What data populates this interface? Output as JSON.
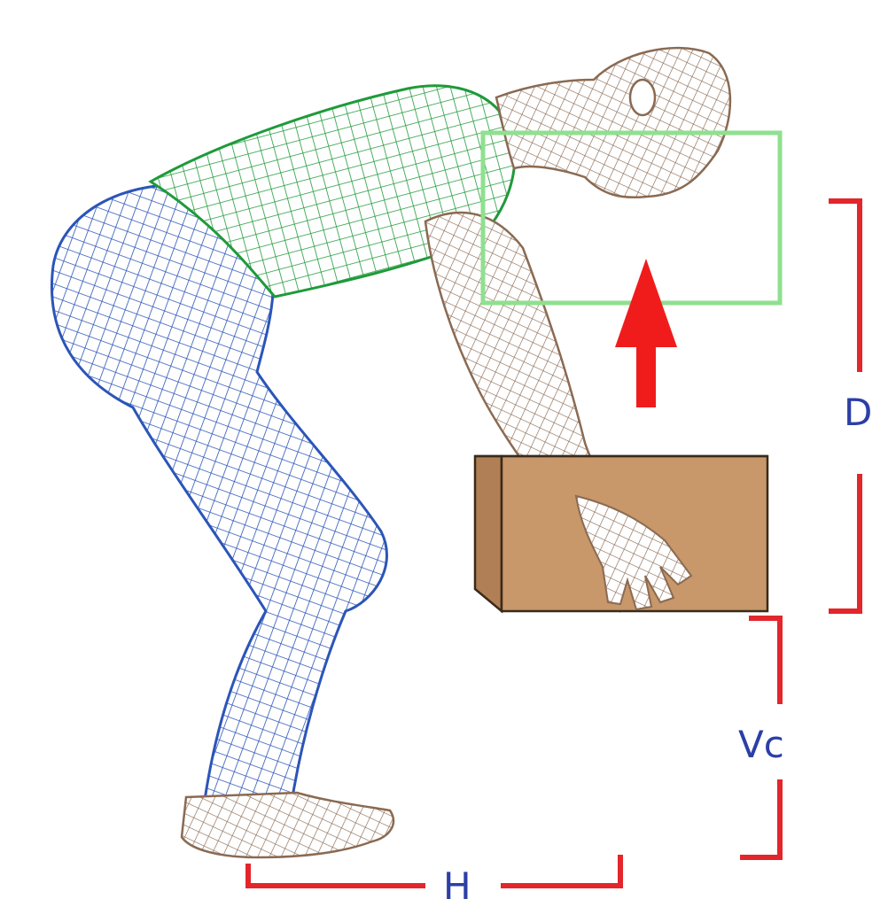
{
  "labels": {
    "d": "D",
    "vc": "Vc",
    "h": "H"
  },
  "colors": {
    "bracket": "#e3262c",
    "label": "#2b3fa6",
    "arrow": "#f01c1c",
    "box": "#c8976a",
    "box_edge": "#3a2a1a",
    "lift_box_outline": "#8fe08f",
    "torso_mesh": "#1f9a3a",
    "leg_mesh": "#2b55b8",
    "skin_mesh": "#8a6a52"
  },
  "icons": {
    "arrow": "up-arrow-icon"
  }
}
